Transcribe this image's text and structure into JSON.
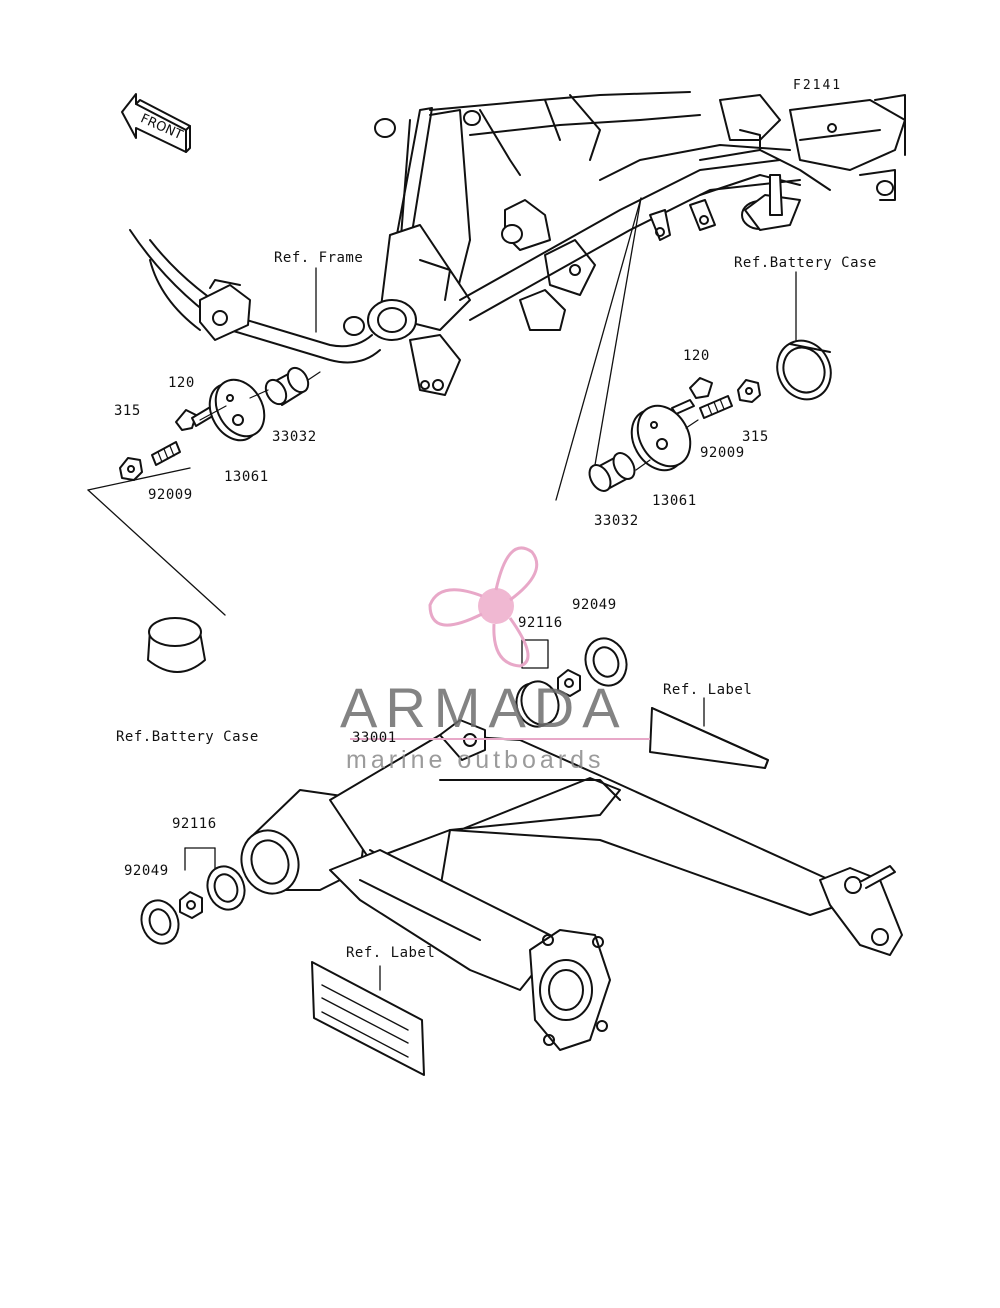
{
  "figure_code": "F2141",
  "front_marker": "FRONT",
  "callouts": {
    "ref_frame": "Ref. Frame",
    "ref_battery_case_right": "Ref.Battery Case",
    "ref_battery_case_left": "Ref.Battery Case",
    "ref_label_right": "Ref. Label",
    "ref_label_bottom": "Ref. Label",
    "left_120": "120",
    "left_315": "315",
    "left_92009": "92009",
    "left_13061": "13061",
    "left_33032": "33032",
    "right_120": "120",
    "right_315": "315",
    "right_92009": "92009",
    "right_13061": "13061",
    "right_33032": "33032",
    "upper_92116": "92116",
    "upper_92049": "92049",
    "lower_92116": "92116",
    "lower_92049": "92049",
    "swingarm_33001": "33001"
  },
  "watermark": {
    "title": "ARMADA",
    "subtitle": "marine outboards",
    "logo_color": "#e8a8c8",
    "rule_color": "#e8a8c8"
  }
}
